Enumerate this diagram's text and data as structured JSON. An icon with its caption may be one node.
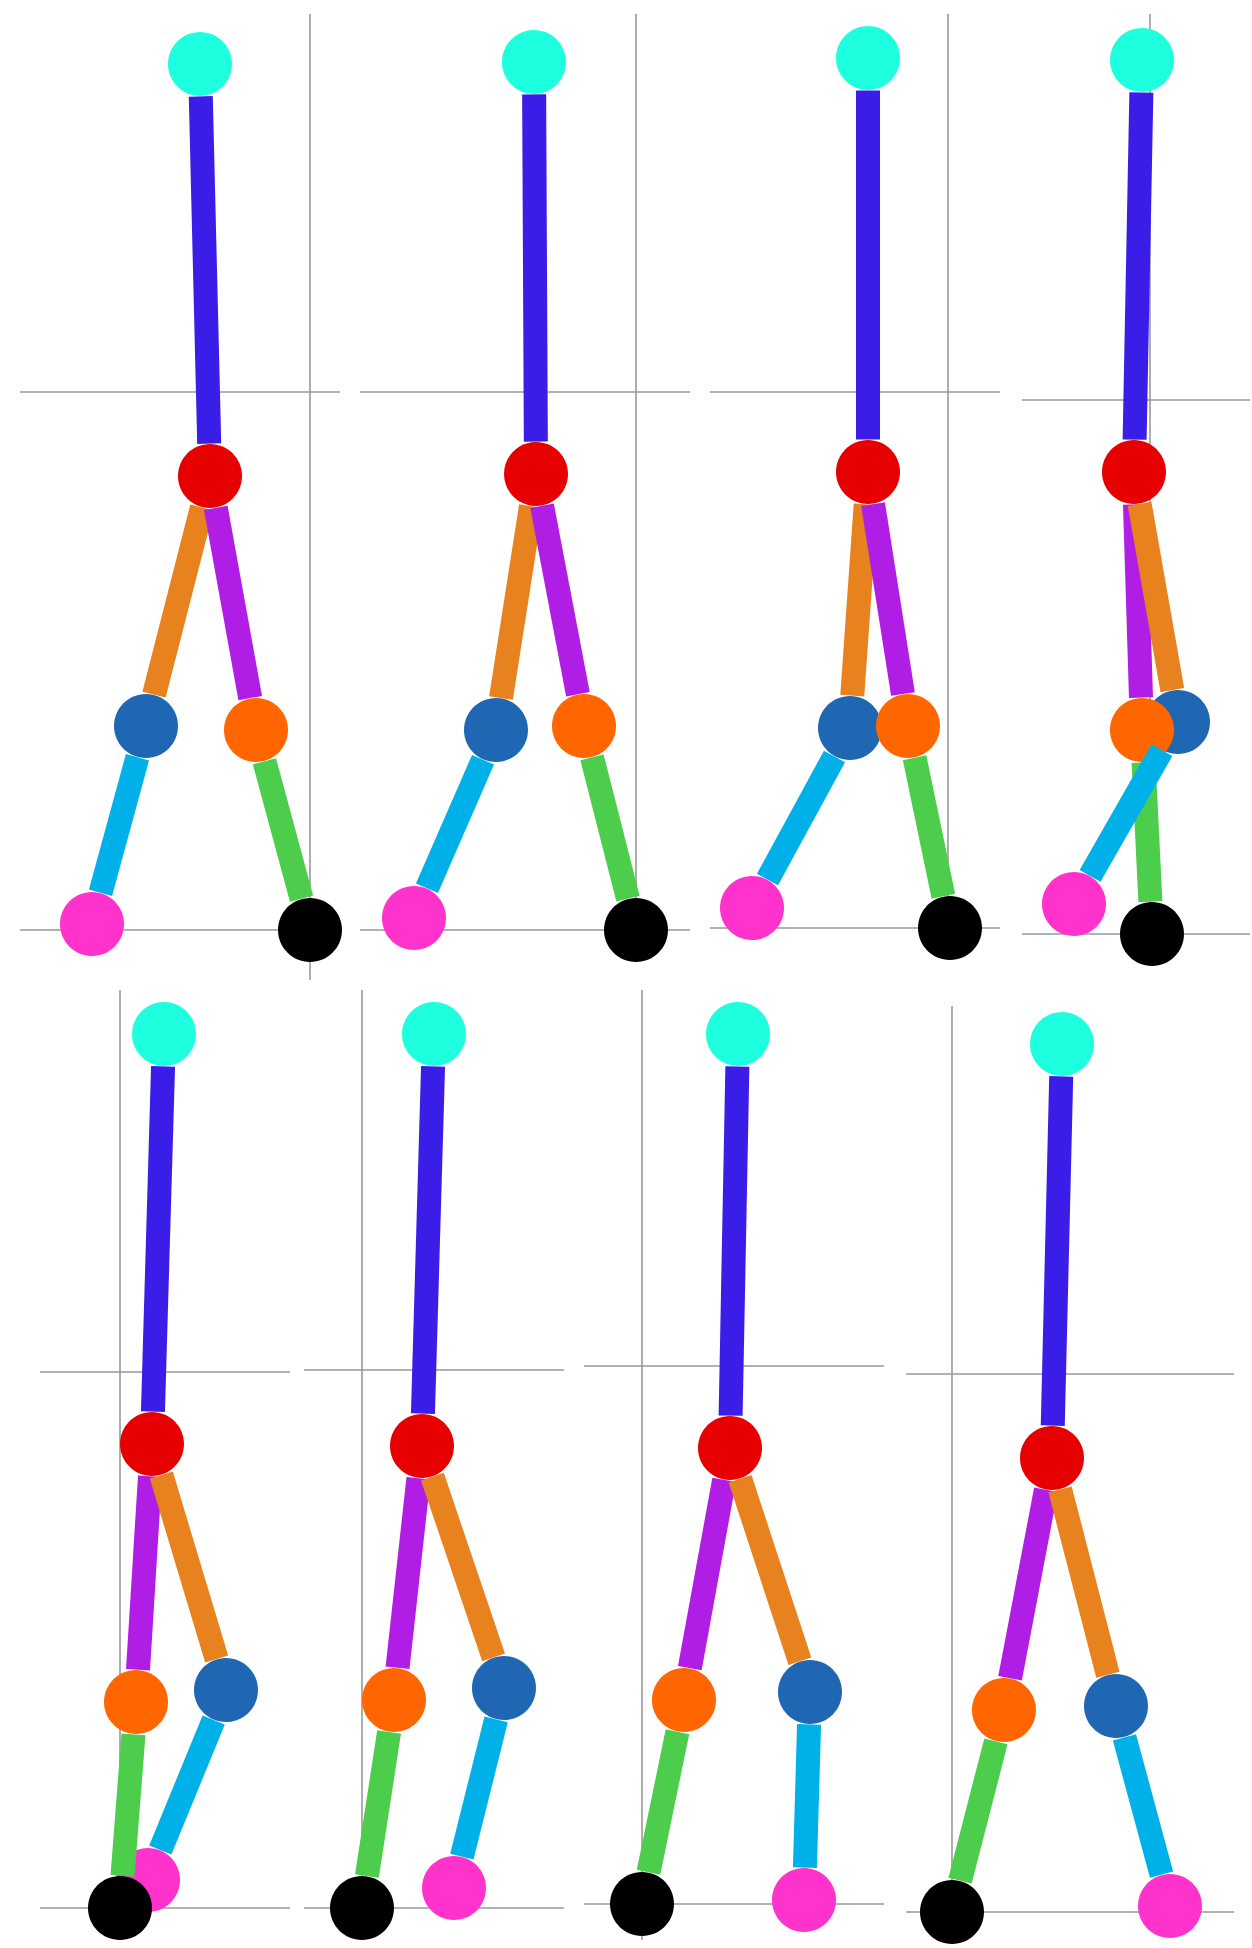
{
  "diagram": {
    "nodes": [
      {
        "text": [],
        "shape": "circle"
      },
      {
        "text": [],
        "shape": "circle"
      },
      {
        "text": [],
        "shape": "circle"
      },
      {
        "text": [],
        "shape": "circle"
      },
      {
        "text": [],
        "shape": "circle"
      },
      {
        "text": [],
        "shape": "circle"
      },
      {
        "text": [],
        "shape": "circle"
      },
      {
        "text": [],
        "shape": "circle"
      },
      {
        "text": [],
        "shape": "circle"
      },
      {
        "text": [],
        "shape": "circle"
      },
      {
        "text": [],
        "shape": "circle"
      },
      {
        "text": [],
        "shape": "circle"
      },
      {
        "text": [],
        "shape": "circle"
      },
      {
        "text": [],
        "shape": "circle"
      },
      {
        "text": [],
        "shape": "circle"
      },
      {
        "text": [],
        "shape": "circle"
      },
      {
        "text": [],
        "shape": "circle"
      },
      {
        "text": [],
        "shape": "circle"
      },
      {
        "text": [],
        "shape": "circle"
      },
      {
        "text": [],
        "shape": "circle"
      },
      {
        "text": [],
        "shape": "circle"
      },
      {
        "text": [],
        "shape": "circle"
      },
      {
        "text": [],
        "shape": "circle"
      },
      {
        "text": [],
        "shape": "circle"
      },
      {
        "text": [],
        "shape": "circle"
      },
      {
        "text": [],
        "shape": "circle"
      },
      {
        "text": [],
        "shape": "circle"
      },
      {
        "text": [],
        "shape": "circle"
      },
      {
        "text": [],
        "shape": "circle"
      },
      {
        "text": [],
        "shape": "circle"
      },
      {
        "text": [],
        "shape": "circle"
      },
      {
        "text": [],
        "shape": "circle"
      },
      {
        "text": [],
        "shape": "circle"
      },
      {
        "text": [],
        "shape": "circle"
      },
      {
        "text": [],
        "shape": "circle"
      },
      {
        "text": [],
        "shape": "circle"
      },
      {
        "text": [],
        "shape": "circle"
      },
      {
        "text": [],
        "shape": "circle"
      },
      {
        "text": [],
        "shape": "circle"
      },
      {
        "text": [],
        "shape": "circle"
      },
      {
        "text": [],
        "shape": "circle"
      },
      {
        "text": [],
        "shape": "circle"
      },
      {
        "text": [],
        "shape": "circle"
      },
      {
        "text": [],
        "shape": "circle"
      },
      {
        "text": [],
        "shape": "circle"
      },
      {
        "text": [],
        "shape": "circle"
      },
      {
        "text": [],
        "shape": "circle"
      },
      {
        "text": [],
        "shape": "circle"
      }
    ],
    "edges": [
      {
        "from": 0,
        "to": 1,
        "arrow": "none",
        "color": "#3a1de6"
      },
      {
        "from": 1,
        "to": 2,
        "arrow": "none",
        "color": "#e8821e"
      },
      {
        "from": 2,
        "to": 4,
        "arrow": "none",
        "color": "#00b0e8"
      },
      {
        "from": 1,
        "to": 3,
        "arrow": "none",
        "color": "#b01ee6"
      },
      {
        "from": 3,
        "to": 5,
        "arrow": "none",
        "color": "#4ccd4c"
      },
      {
        "from": 6,
        "to": 7,
        "arrow": "none",
        "color": "#3a1de6"
      },
      {
        "from": 7,
        "to": 8,
        "arrow": "none",
        "color": "#e8821e"
      },
      {
        "from": 8,
        "to": 10,
        "arrow": "none",
        "color": "#00b0e8"
      },
      {
        "from": 7,
        "to": 9,
        "arrow": "none",
        "color": "#b01ee6"
      },
      {
        "from": 9,
        "to": 11,
        "arrow": "none",
        "color": "#4ccd4c"
      },
      {
        "from": 12,
        "to": 13,
        "arrow": "none",
        "color": "#3a1de6"
      },
      {
        "from": 13,
        "to": 14,
        "arrow": "none",
        "color": "#e8821e"
      },
      {
        "from": 14,
        "to": 16,
        "arrow": "none",
        "color": "#00b0e8"
      },
      {
        "from": 13,
        "to": 15,
        "arrow": "none",
        "color": "#b01ee6"
      },
      {
        "from": 15,
        "to": 17,
        "arrow": "none",
        "color": "#4ccd4c"
      },
      {
        "from": 18,
        "to": 19,
        "arrow": "none",
        "color": "#3a1de6"
      },
      {
        "from": 19,
        "to": 21,
        "arrow": "none",
        "color": "#b01ee6"
      },
      {
        "from": 21,
        "to": 23,
        "arrow": "none",
        "color": "#4ccd4c"
      },
      {
        "from": 19,
        "to": 20,
        "arrow": "none",
        "color": "#e8821e"
      },
      {
        "from": 20,
        "to": 22,
        "arrow": "none",
        "color": "#00b0e8"
      },
      {
        "from": 24,
        "to": 25,
        "arrow": "none",
        "color": "#3a1de6"
      },
      {
        "from": 25,
        "to": 27,
        "arrow": "none",
        "color": "#b01ee6"
      },
      {
        "from": 27,
        "to": 29,
        "arrow": "none",
        "color": "#4ccd4c"
      },
      {
        "from": 25,
        "to": 26,
        "arrow": "none",
        "color": "#e8821e"
      },
      {
        "from": 26,
        "to": 28,
        "arrow": "none",
        "color": "#00b0e8"
      },
      {
        "from": 30,
        "to": 31,
        "arrow": "none",
        "color": "#3a1de6"
      },
      {
        "from": 31,
        "to": 33,
        "arrow": "none",
        "color": "#b01ee6"
      },
      {
        "from": 33,
        "to": 35,
        "arrow": "none",
        "color": "#4ccd4c"
      },
      {
        "from": 31,
        "to": 32,
        "arrow": "none",
        "color": "#e8821e"
      },
      {
        "from": 32,
        "to": 34,
        "arrow": "none",
        "color": "#00b0e8"
      },
      {
        "from": 36,
        "to": 37,
        "arrow": "none",
        "color": "#3a1de6"
      },
      {
        "from": 37,
        "to": 39,
        "arrow": "none",
        "color": "#b01ee6"
      },
      {
        "from": 39,
        "to": 41,
        "arrow": "none",
        "color": "#4ccd4c"
      },
      {
        "from": 37,
        "to": 38,
        "arrow": "none",
        "color": "#e8821e"
      },
      {
        "from": 38,
        "to": 40,
        "arrow": "none",
        "color": "#00b0e8"
      },
      {
        "from": 42,
        "to": 43,
        "arrow": "none",
        "color": "#3a1de6"
      },
      {
        "from": 43,
        "to": 45,
        "arrow": "none",
        "color": "#b01ee6"
      },
      {
        "from": 45,
        "to": 47,
        "arrow": "none",
        "color": "#4ccd4c"
      },
      {
        "from": 43,
        "to": 44,
        "arrow": "none",
        "color": "#e8821e"
      },
      {
        "from": 44,
        "to": 46,
        "arrow": "none",
        "color": "#00b0e8"
      }
    ]
  }
}
